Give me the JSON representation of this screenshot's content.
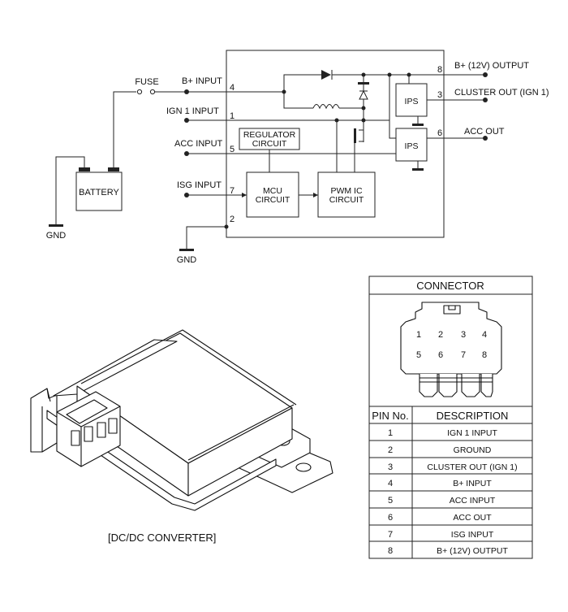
{
  "schematic": {
    "fuse_label": "FUSE",
    "battery_label": "BATTERY",
    "gnd_label": "GND",
    "pins": {
      "b_plus_input": {
        "label": "B+ INPUT",
        "num": "4"
      },
      "ign1_input": {
        "label": "IGN 1 INPUT",
        "num": "1"
      },
      "acc_input": {
        "label": "ACC INPUT",
        "num": "5"
      },
      "isg_input": {
        "label": "ISG INPUT",
        "num": "7"
      },
      "ground": {
        "num": "2"
      },
      "b_plus_output": {
        "label": "B+ (12V) OUTPUT",
        "num": "8"
      },
      "cluster_out": {
        "label": "CLUSTER OUT (IGN 1)",
        "num": "3"
      },
      "acc_out": {
        "label": "ACC OUT",
        "num": "6"
      }
    },
    "blocks": {
      "regulator_line1": "REGULATOR",
      "regulator_line2": "CIRCUIT",
      "mcu_line1": "MCU",
      "mcu_line2": "CIRCUIT",
      "pwm_line1": "PWM IC",
      "pwm_line2": "CIRCUIT",
      "ips": "IPS"
    }
  },
  "product": {
    "caption": "[DC/DC CONVERTER]"
  },
  "connector_table": {
    "title": "CONNECTOR",
    "face_pins_top": [
      "1",
      "2",
      "3",
      "4"
    ],
    "face_pins_bottom": [
      "5",
      "6",
      "7",
      "8"
    ],
    "headers": [
      "PIN No.",
      "DESCRIPTION"
    ],
    "rows": [
      {
        "pin": "1",
        "desc": "IGN 1 INPUT"
      },
      {
        "pin": "2",
        "desc": "GROUND"
      },
      {
        "pin": "3",
        "desc": "CLUSTER OUT (IGN 1)"
      },
      {
        "pin": "4",
        "desc": "B+ INPUT"
      },
      {
        "pin": "5",
        "desc": "ACC INPUT"
      },
      {
        "pin": "6",
        "desc": "ACC OUT"
      },
      {
        "pin": "7",
        "desc": "ISG INPUT"
      },
      {
        "pin": "8",
        "desc": "B+ (12V) OUTPUT"
      }
    ]
  }
}
